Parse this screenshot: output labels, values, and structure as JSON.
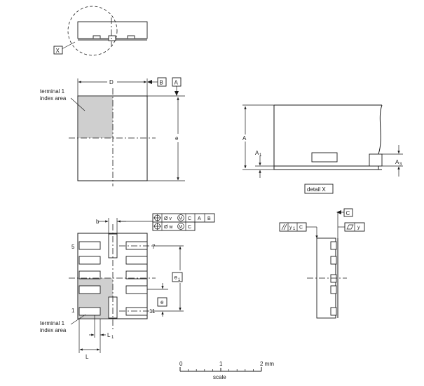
{
  "labels": {
    "view_x": "X",
    "dim_d": "D",
    "dim_e": "e",
    "datum_b": "B",
    "datum_a": "A",
    "index_area_top": [
      "terminal 1",
      "index area"
    ],
    "index_area_bottom": [
      "terminal 1",
      "index area"
    ],
    "dim_a": "A",
    "dim_a1": "A",
    "dim_a1_sub": "1",
    "dim_a3": "A",
    "dim_a3_sub": "3",
    "detail_caption": "detail X",
    "dim_b": "b",
    "pin_5": "5",
    "pin_7": "7",
    "pin_1": "1",
    "pin_11": "11",
    "dim_e1": "e",
    "dim_e1_sub": "1",
    "dim_l": "L",
    "dim_l1": "L",
    "dim_l1_sub": "1",
    "datum_c": "C",
    "tol_v": [
      "Ø v",
      "M",
      "C",
      "A",
      "B"
    ],
    "tol_w": [
      "Ø w",
      "M",
      "C"
    ],
    "parallelism": [
      "y",
      "1",
      "C"
    ],
    "flatness": "y",
    "scale_0": "0",
    "scale_1": "1",
    "scale_2": "2 mm",
    "scale_caption": "scale"
  }
}
